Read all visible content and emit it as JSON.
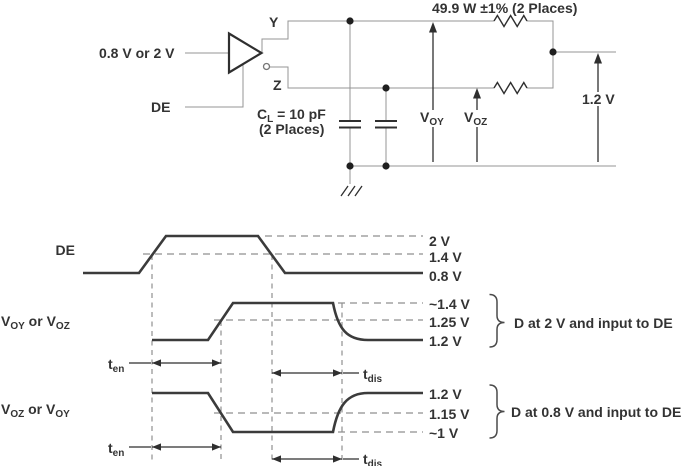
{
  "circuit": {
    "input_label": "0.8 V or 2 V",
    "enable_label": "DE",
    "output_y": "Y",
    "output_z": "Z",
    "cap_label": {
      "pre": "C",
      "sub": "L",
      "post": " = 10 pF"
    },
    "cap_places": "(2 Places)",
    "resistor_label": "49.9 W ±1% (2 Places)",
    "voy": {
      "pre": "V",
      "sub": "OY"
    },
    "voz": {
      "pre": "V",
      "sub": "OZ"
    },
    "termination_voltage": "1.2 V"
  },
  "timing": {
    "row_de": {
      "label": "DE",
      "high": "2 V",
      "mid": "1.4 V",
      "low": "0.8 V"
    },
    "row_voy": {
      "label": {
        "p1": "V",
        "s1": "OY",
        "p2": " or V",
        "s2": "OZ"
      },
      "high": "~1.4 V",
      "mid": "1.25 V",
      "low": "1.2 V",
      "note": "D at 2 V and input to DE"
    },
    "row_voz": {
      "label": {
        "p1": "V",
        "s1": "OZ",
        "p2": " or V",
        "s2": "OY"
      },
      "high": "1.2 V",
      "mid": "1.15 V",
      "low": "~1 V",
      "note": "D at 0.8 V and input to DE"
    },
    "t_en": {
      "pre": "t",
      "sub": "en"
    },
    "t_dis": {
      "pre": "t",
      "sub": "dis"
    }
  },
  "colors": {
    "wire_gray": "#949494",
    "component_dark": "#2f2f2f",
    "waveform_dark": "#3b3b3b",
    "dash_gray": "#8f8f8f",
    "text": "#333333"
  }
}
